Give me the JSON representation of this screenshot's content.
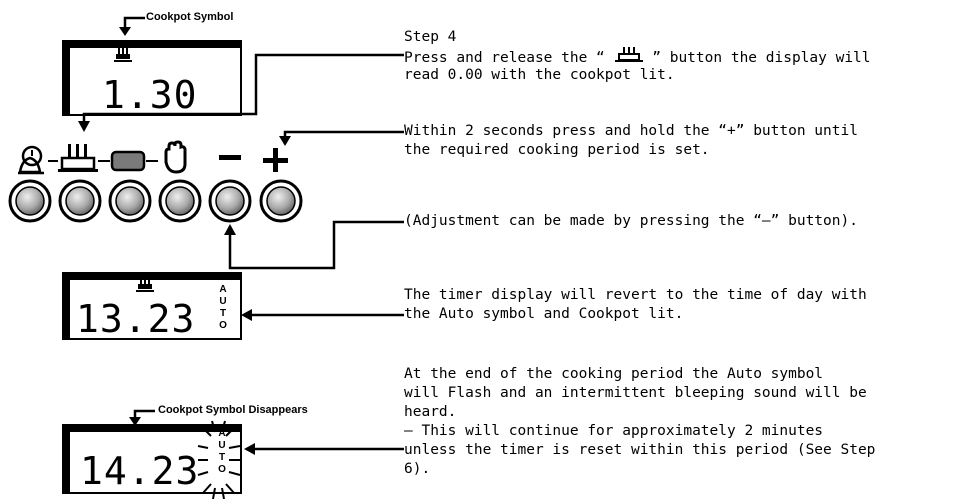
{
  "labels": {
    "cookpot_symbol": "Cookpot Symbol",
    "cookpot_symbol_disappears": "Cookpot Symbol Disappears"
  },
  "displays": {
    "first": "1.30",
    "second": "13.23",
    "third": "14.23",
    "auto_letters": [
      "A",
      "U",
      "T",
      "O"
    ]
  },
  "buttons": [
    {
      "symbol": "bell-timer-icon"
    },
    {
      "symbol": "cookpot-icon"
    },
    {
      "symbol": "oven-icon"
    },
    {
      "symbol": "hand-icon"
    },
    {
      "symbol": "minus-icon"
    },
    {
      "symbol": "plus-icon"
    }
  ],
  "instructions": {
    "step_title": "Step 4",
    "step4_line1_pre": "Press and release the “",
    "step4_line1_post": "” button the display will",
    "step4_line2": "read 0.00 with the cookpot lit.",
    "plus_line1": "Within 2 seconds press and hold the “+” button until",
    "plus_line2": "the required cooking period is set.",
    "adjust_line": "(Adjustment can be made by pressing the “–” button).",
    "revert_line1": "The timer display will revert to the time of day with",
    "revert_line2": "the Auto symbol and Cookpot lit.",
    "end_line1": "At the end of the cooking period the Auto symbol",
    "end_line2": "will Flash and an intermittent bleeping sound will be",
    "end_line3": "heard.",
    "end_line4": "– This will continue for approximately 2 minutes",
    "end_line5": "unless the timer is reset within this period (See Step",
    "end_line6": "6)."
  }
}
